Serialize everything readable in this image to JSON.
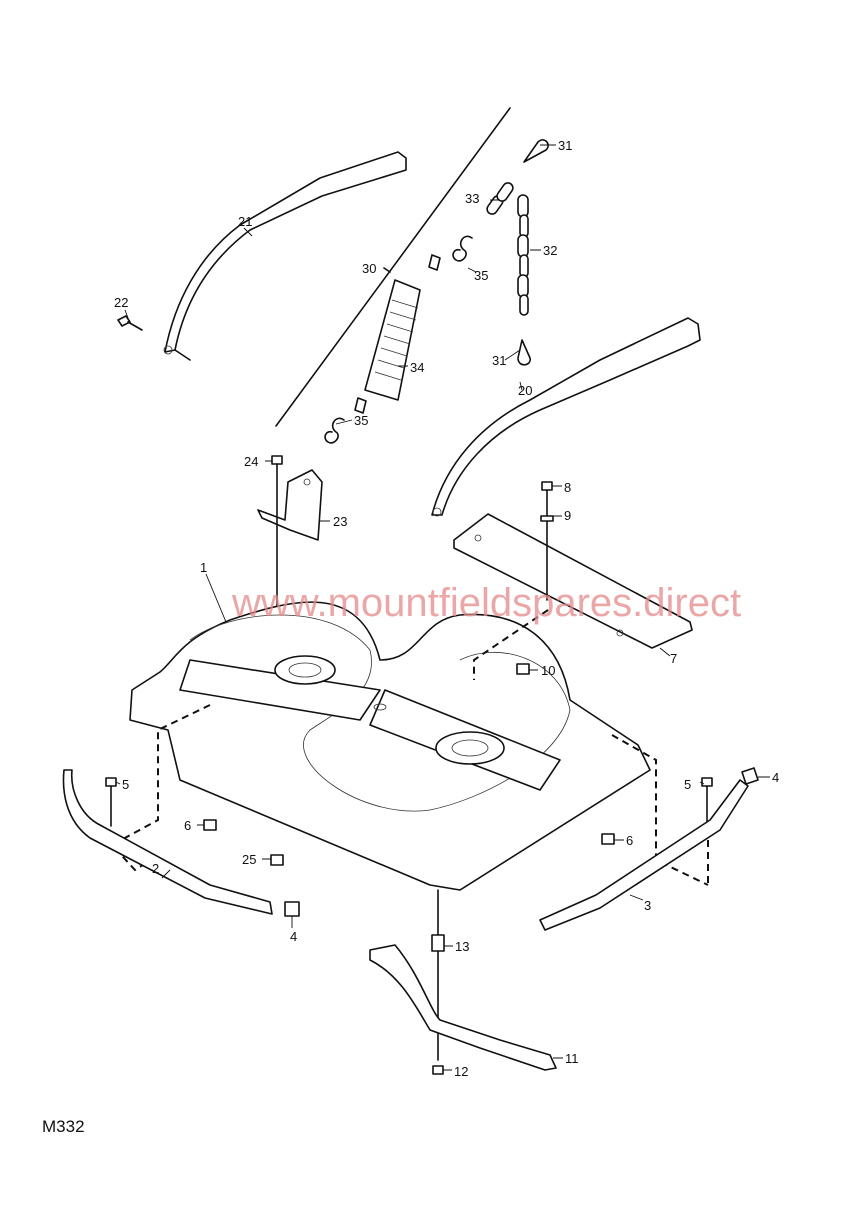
{
  "diagram": {
    "code": "M332",
    "watermark": "www.mountfieldspares.direct",
    "callouts": [
      "31",
      "33",
      "32",
      "21",
      "30",
      "35",
      "22",
      "31",
      "34",
      "20",
      "35",
      "24",
      "8",
      "9",
      "23",
      "1",
      "7",
      "10",
      "5",
      "5",
      "4",
      "6",
      "6",
      "25",
      "2",
      "3",
      "4",
      "13",
      "11",
      "12"
    ]
  }
}
